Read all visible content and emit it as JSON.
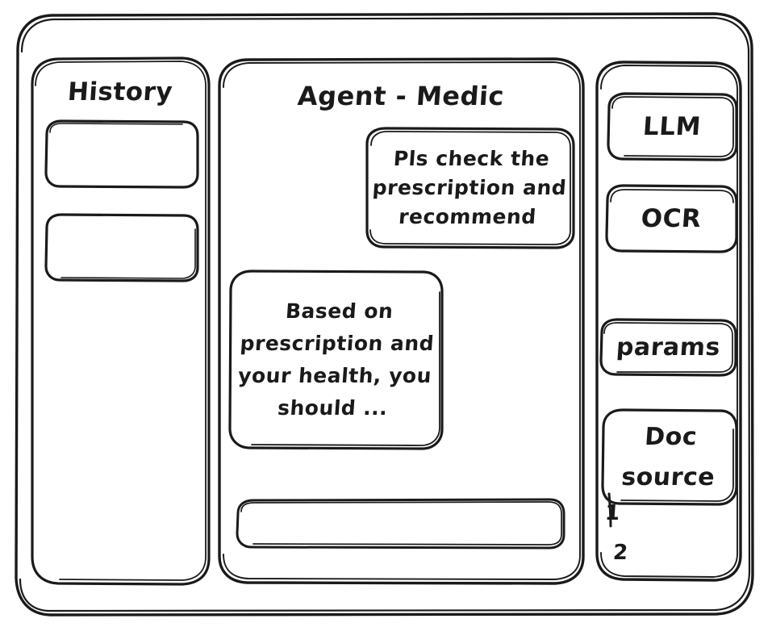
{
  "window": {
    "name": "wireframe-window"
  },
  "history": {
    "title": "History",
    "items": [
      {
        "label": ""
      },
      {
        "label": ""
      }
    ]
  },
  "main": {
    "title": "Agent - Medic",
    "messages": [
      {
        "role": "user",
        "text": "Pls check the prescription and recommend"
      },
      {
        "role": "agent",
        "text": "Based on prescription and your health, you should ..."
      }
    ],
    "composer": {
      "value": "",
      "placeholder": ""
    }
  },
  "tools": {
    "items": [
      {
        "label": "LLM"
      },
      {
        "label": "OCR"
      },
      {
        "label": "params"
      },
      {
        "label": "Doc source"
      }
    ],
    "source_refs": [
      "1",
      "2"
    ]
  },
  "colors": {
    "ink": "#1a1a1a",
    "paper": "#ffffff"
  }
}
